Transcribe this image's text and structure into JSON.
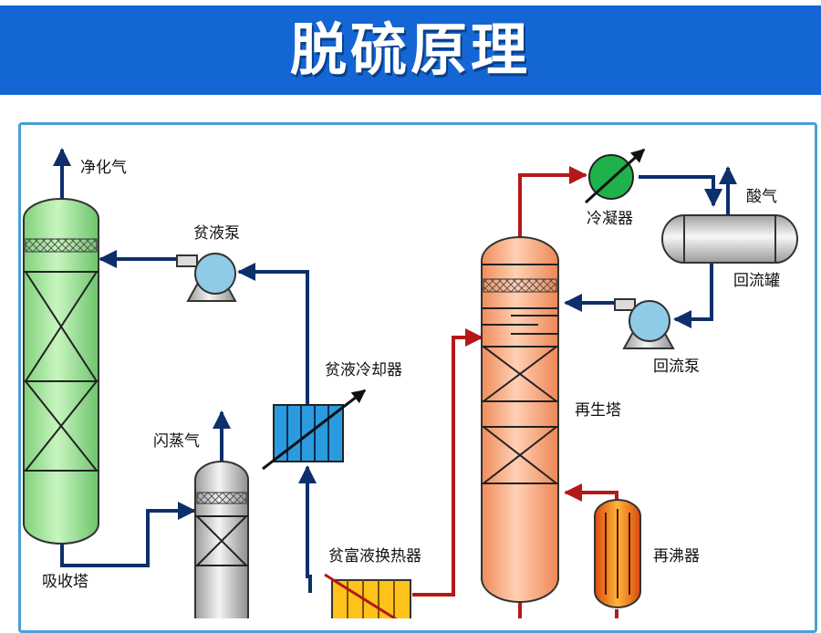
{
  "title": "脱硫原理",
  "labels": {
    "purified_gas": "净化气",
    "lean_pump": "贫液泵",
    "lean_cooler": "贫液冷却器",
    "flash_gas": "闪蒸气",
    "absorber": "吸收塔",
    "rich_lean_exchanger": "贫富液换热器",
    "condenser": "冷凝器",
    "acid_gas": "酸气",
    "reflux_drum": "回流罐",
    "reflux_pump": "回流泵",
    "regenerator": "再生塔",
    "reboiler": "再沸器"
  },
  "colors": {
    "banner": "#1466d4",
    "lean_line": "#0d2f6b",
    "hot_line": "#b51818",
    "absorber_fill": "#a9e8a0",
    "regenerator_fill": "#f7a77d",
    "pump_fill": "#8fcbe6",
    "cooler_fill": "#2b9be0",
    "exchanger_fill": "#ffc21a",
    "condenser_fill": "#1fb24a",
    "reboiler_fill": "#f07a1c"
  }
}
